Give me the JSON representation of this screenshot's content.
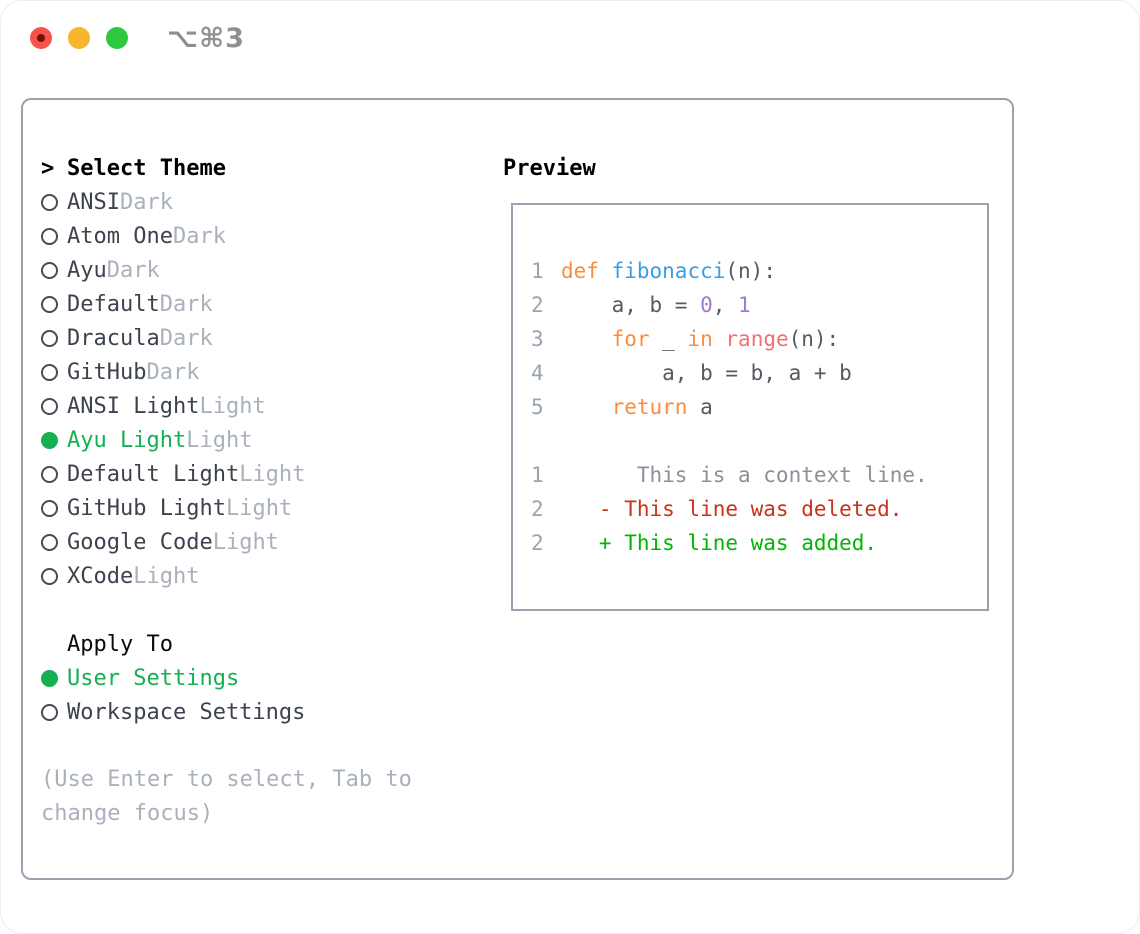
{
  "window": {
    "shortcut": "⌥⌘3"
  },
  "traffic_lights": [
    {
      "name": "close",
      "color": "#f4544c"
    },
    {
      "name": "minimize",
      "color": "#f8b62d"
    },
    {
      "name": "zoom",
      "color": "#2bc840"
    }
  ],
  "left": {
    "cursor": ">",
    "header": "Select Theme",
    "themes": [
      {
        "name": "ANSI",
        "variant": "Dark",
        "selected": false
      },
      {
        "name": "Atom One",
        "variant": "Dark",
        "selected": false
      },
      {
        "name": "Ayu",
        "variant": "Dark",
        "selected": false
      },
      {
        "name": "Default",
        "variant": "Dark",
        "selected": false
      },
      {
        "name": "Dracula",
        "variant": "Dark",
        "selected": false
      },
      {
        "name": "GitHub",
        "variant": "Dark",
        "selected": false
      },
      {
        "name": "ANSI Light",
        "variant": "Light",
        "selected": false
      },
      {
        "name": "Ayu Light",
        "variant": "Light",
        "selected": true
      },
      {
        "name": "Default Light",
        "variant": "Light",
        "selected": false
      },
      {
        "name": "GitHub Light",
        "variant": "Light",
        "selected": false
      },
      {
        "name": "Google Code",
        "variant": "Light",
        "selected": false
      },
      {
        "name": "XCode",
        "variant": "Light",
        "selected": false
      }
    ],
    "apply_header": "Apply To",
    "apply_options": [
      {
        "name": "User Settings",
        "selected": true
      },
      {
        "name": "Workspace Settings",
        "selected": false
      }
    ],
    "hint": "(Use Enter to select, Tab to change focus)"
  },
  "preview": {
    "title": "Preview",
    "lines": [
      {
        "num": "1",
        "tokens": [
          {
            "t": "def",
            "c": "kw"
          },
          {
            "t": " ",
            "c": ""
          },
          {
            "t": "fibonacci",
            "c": "fn"
          },
          {
            "t": "(n):",
            "c": ""
          }
        ]
      },
      {
        "num": "2",
        "tokens": [
          {
            "t": "    a, b = ",
            "c": ""
          },
          {
            "t": "0",
            "c": "num"
          },
          {
            "t": ", ",
            "c": ""
          },
          {
            "t": "1",
            "c": "num"
          }
        ]
      },
      {
        "num": "3",
        "tokens": [
          {
            "t": "    ",
            "c": ""
          },
          {
            "t": "for",
            "c": "kw"
          },
          {
            "t": " _ ",
            "c": ""
          },
          {
            "t": "in",
            "c": "kw"
          },
          {
            "t": " ",
            "c": ""
          },
          {
            "t": "range",
            "c": "bi"
          },
          {
            "t": "(n):",
            "c": ""
          }
        ]
      },
      {
        "num": "4",
        "tokens": [
          {
            "t": "        a, b = b, a + b",
            "c": ""
          }
        ]
      },
      {
        "num": "5",
        "tokens": [
          {
            "t": "    ",
            "c": ""
          },
          {
            "t": "return",
            "c": "kw"
          },
          {
            "t": " a",
            "c": ""
          }
        ]
      },
      {
        "num": "",
        "tokens": []
      },
      {
        "num": "1",
        "tokens": [
          {
            "t": "      This is a context line.",
            "c": "ctx"
          }
        ]
      },
      {
        "num": "2",
        "tokens": [
          {
            "t": "   - This line was deleted.",
            "c": "del"
          }
        ]
      },
      {
        "num": "2",
        "tokens": [
          {
            "t": "   + This line was added.",
            "c": "add"
          }
        ]
      }
    ]
  },
  "colors": {
    "border": "#9aa2ae",
    "list_text": "#3d434e",
    "muted_text": "#a9b1bc",
    "selection_green": "#14b053",
    "keyword_orange": "#fa8d3e",
    "function_blue": "#399ee6",
    "number_purple": "#a37acc",
    "builtin_coral": "#f07171",
    "code_text": "#545a62",
    "gutter_gray": "#99a3b0",
    "context_gray": "#8a9199",
    "deleted_red": "#c9331a",
    "added_green": "#00b600",
    "titlebar_gray": "#8e9094"
  }
}
